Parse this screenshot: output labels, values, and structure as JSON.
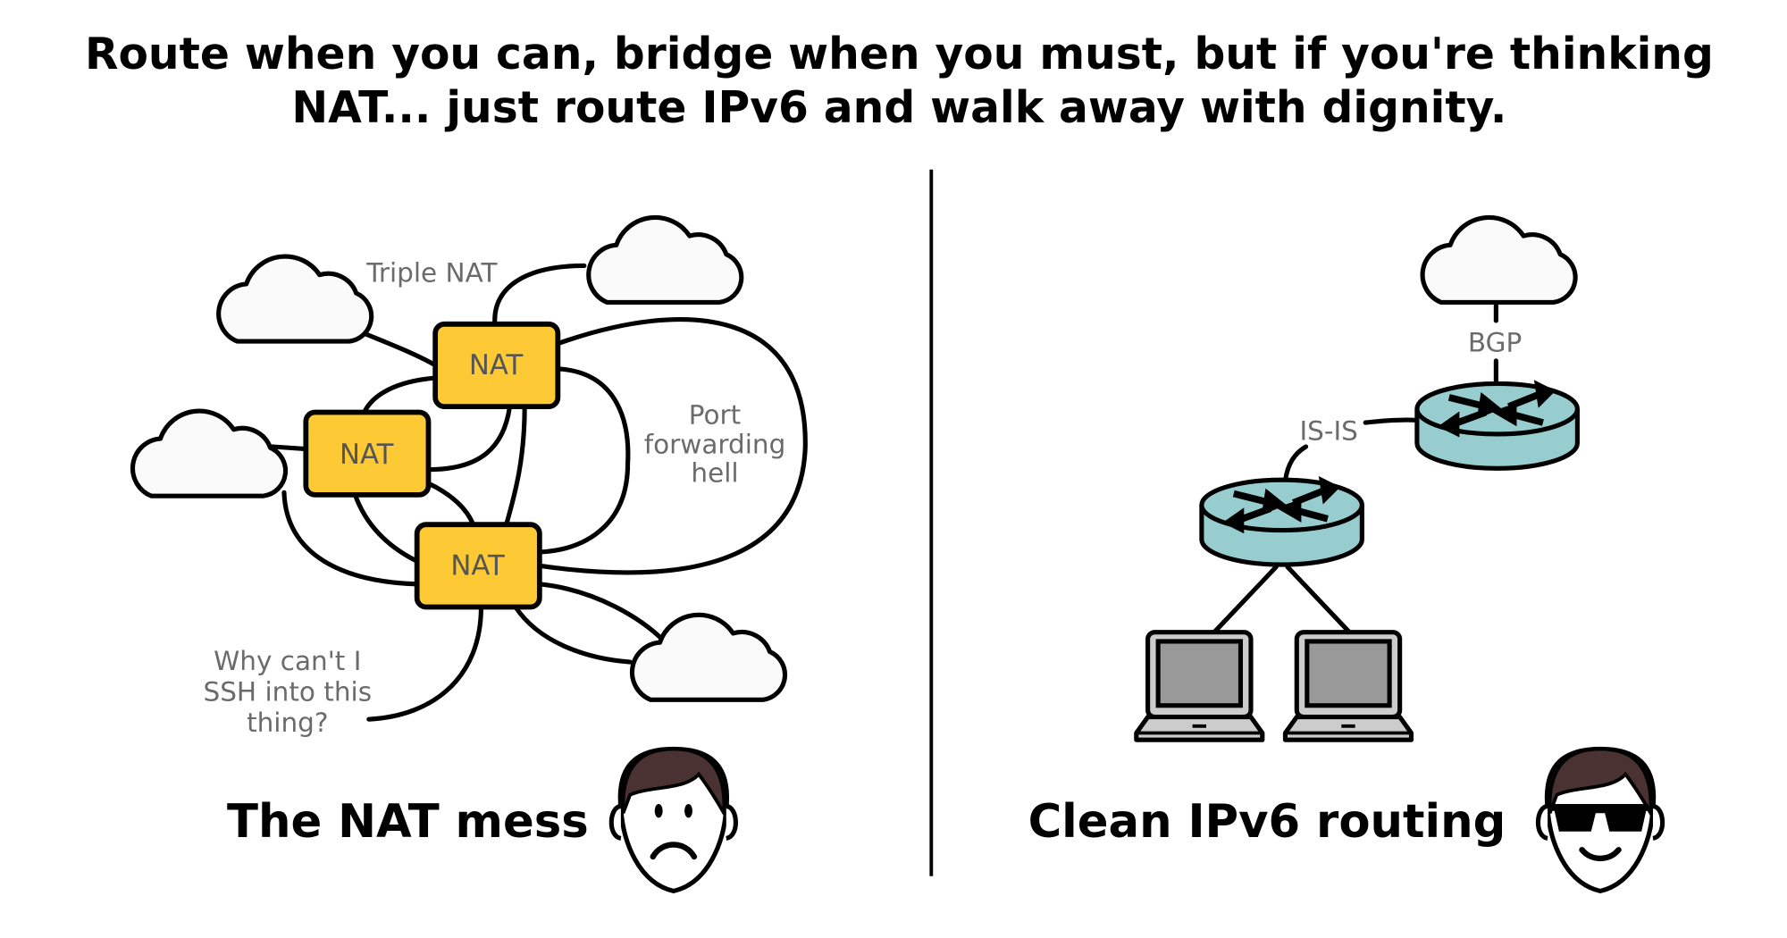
{
  "title": {
    "line1": "Route when you can, bridge when you must, but if you're thinking",
    "line2": "NAT... just route IPv6 and walk away with dignity."
  },
  "left_panel": {
    "caption": "The NAT mess",
    "nat_boxes": [
      "NAT",
      "NAT",
      "NAT"
    ],
    "annotations": {
      "triple_nat": "Triple NAT",
      "port_forwarding": [
        "Port",
        "forwarding",
        "hell"
      ],
      "ssh": [
        "Why can't I",
        "SSH into this",
        "thing?"
      ]
    },
    "face": "sad-face-icon"
  },
  "right_panel": {
    "caption": "Clean IPv6 routing",
    "labels": {
      "bgp": "BGP",
      "isis": "IS-IS"
    },
    "face": "cool-sunglasses-face-icon"
  },
  "colors": {
    "nat": "#fdca35",
    "router": "#97cdcf",
    "hair": "#4a3232",
    "screen": "#999999"
  }
}
